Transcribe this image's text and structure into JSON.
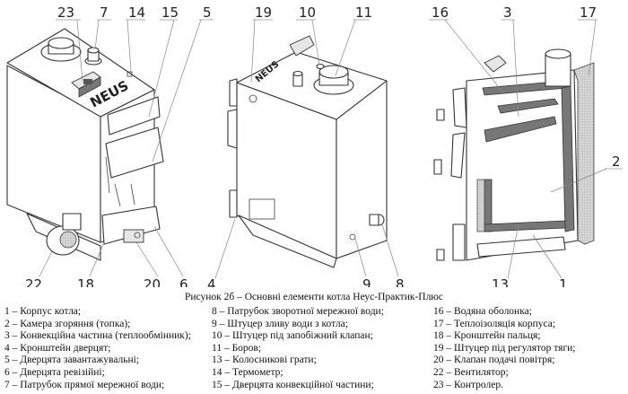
{
  "figure": {
    "caption": "Рисунок 2б – Основні елементи котла Неус-Практик-Плюс",
    "brand_text": "NEUS",
    "views": [
      {
        "name": "front-view",
        "callouts": [
          "23",
          "7",
          "14",
          "15",
          "5",
          "22",
          "18",
          "20",
          "6"
        ]
      },
      {
        "name": "rear-view",
        "callouts": [
          "19",
          "10",
          "11",
          "4",
          "9",
          "8"
        ]
      },
      {
        "name": "section-view",
        "callouts": [
          "16",
          "3",
          "17",
          "2",
          "13",
          "1"
        ]
      }
    ],
    "callouts": {
      "c23": "23",
      "c7": "7",
      "c14": "14",
      "c15": "15",
      "c5": "5",
      "c22": "22",
      "c18": "18",
      "c20": "20",
      "c6": "6",
      "c19": "19",
      "c10": "10",
      "c11": "11",
      "c4": "4",
      "c9": "9",
      "c8": "8",
      "c16": "16",
      "c3": "3",
      "c17": "17",
      "c2": "2",
      "c13": "13",
      "c1": "1"
    }
  },
  "legend": {
    "col1": [
      "1 – Корпус котла;",
      "2 – Камера згоряння (топка);",
      "3 – Конвекційна частина (теплообмінник);",
      "4 – Кронштейн дверцят;",
      "5 – Дверцята завантажувальні;",
      "6 – Дверцята ревізійні;",
      "7 – Патрубок прямої мережної води;"
    ],
    "col2": [
      "8 – Патрубок зворотної мережної води;",
      "9 – Штуцер зливу води з котла;",
      "10 – Штуцер під запобіжний клапан;",
      "11 – Боров;",
      "13 – Колосникові грати;",
      "14 – Термометр;",
      "15 – Дверцята конвекційної частини;"
    ],
    "col3": [
      "16 – Водяна оболонка;",
      "17 – Теплоізоляція корпуса;",
      "18 – Кронштейн пальця;",
      "19 – Штуцер під регулятор тяги;",
      "20 – Клапан подачі повітря;",
      "22 – Вентилятор;",
      "23 – Контролер."
    ]
  }
}
